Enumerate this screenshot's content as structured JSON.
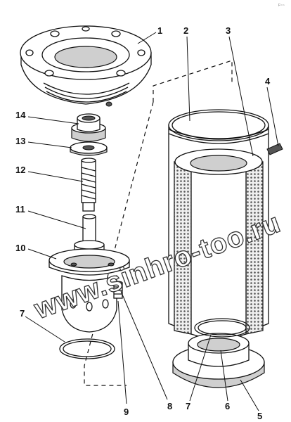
{
  "corner_mark": "F~~",
  "watermark": "www.sinhro-too.ru",
  "callouts": [
    "1",
    "2",
    "3",
    "4",
    "14",
    "13",
    "12",
    "11",
    "10",
    "7",
    "9",
    "8",
    "7",
    "6",
    "5"
  ]
}
